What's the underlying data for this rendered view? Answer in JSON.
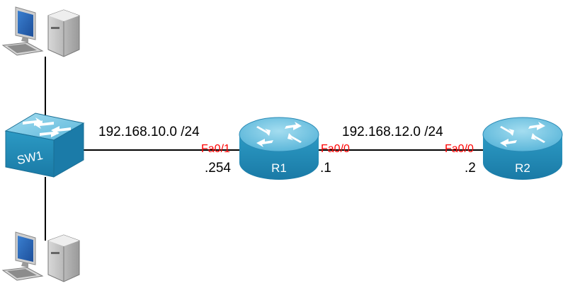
{
  "devices": {
    "pc_top": {
      "icon": "desktop-computer-icon"
    },
    "pc_bottom": {
      "icon": "desktop-computer-icon"
    },
    "switch": {
      "label": "SW1",
      "icon": "switch-icon"
    },
    "router1": {
      "label": "R1",
      "icon": "router-icon"
    },
    "router2": {
      "label": "R2",
      "icon": "router-icon"
    }
  },
  "links": {
    "sw1_r1": {
      "network": "192.168.10.0 /24",
      "r1_interface": "Fa0/1",
      "r1_ip": ".254"
    },
    "r1_r2": {
      "network": "192.168.12.0 /24",
      "r1_interface": "Fa0/0",
      "r1_ip": ".1",
      "r2_interface": "Fa0/0",
      "r2_ip": ".2"
    }
  },
  "colors": {
    "interface_label": "#ff0000",
    "device_blue": "#2e9cc4",
    "device_top": "#8dd3ea",
    "device_text": "#ffffff",
    "link": "#000000"
  }
}
